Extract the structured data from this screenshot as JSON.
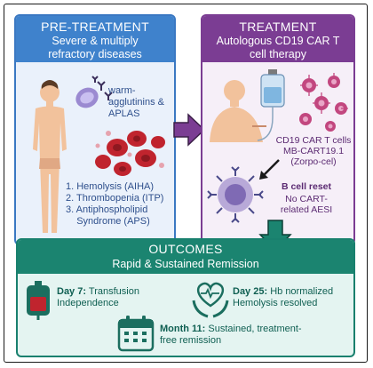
{
  "pretreatment": {
    "title": "PRE-TREATMENT",
    "subtitle_line1": "Severe & multiply",
    "subtitle_line2": "refractory diseases",
    "autoantibodies_line1": "warm-",
    "autoantibodies_line2": "agglutinins &",
    "autoantibodies_line3": "APLAS",
    "conditions": [
      "1. Hemolysis (AIHA)",
      "2. Thrombopenia (ITP)",
      "3. Antiphospholipid",
      "    Syndrome (APS)"
    ]
  },
  "treatment": {
    "title": "TREATMENT",
    "subtitle_line1": "Autologous CD19 CAR T",
    "subtitle_line2": "cell therapy",
    "product_line1": "CD19 CAR T cells",
    "product_line2": "MB-CART19.1",
    "product_line3": "(Zorpo-cel)",
    "reset_label": "B cell reset",
    "aesi_line1": "No CART-",
    "aesi_line2": "related AESI"
  },
  "outcomes": {
    "title": "OUTCOMES",
    "subtitle": "Rapid & Sustained Remission",
    "day7_label": "Day 7:",
    "day7_text1": " Transfusion",
    "day7_text2": "Independence",
    "day25_label": "Day 25:",
    "day25_text1": " Hb normalized",
    "day25_text2": "Hemolysis resolved",
    "month11_label": "Month 11:",
    "month11_text1": " Sustained, treatment-",
    "month11_text2": "free remission"
  },
  "colors": {
    "pretreatment": "#3f82cc",
    "treatment": "#7b3d93",
    "outcomes": "#1b8470"
  }
}
